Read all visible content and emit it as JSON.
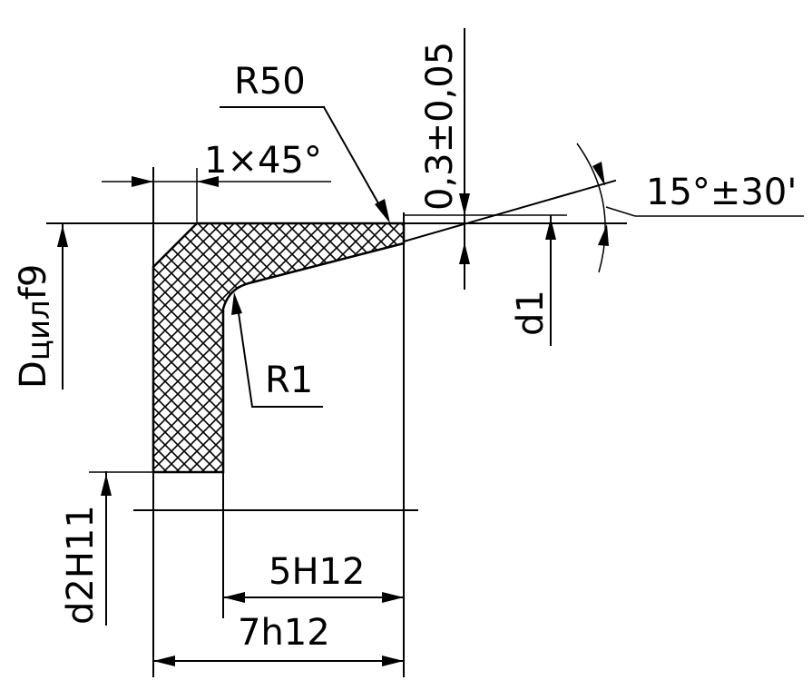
{
  "labels": {
    "r50": "R50",
    "chamfer": "1×45°",
    "tolerance": "0,3±0,05",
    "angle": "15°±30'",
    "d1": "d1",
    "dcyl_main": "D",
    "dcyl_sub": "цил",
    "dcyl_fit": "f9",
    "r1": "R1",
    "d2": "d2H11",
    "w5": "5H12",
    "w7": "7h12"
  }
}
